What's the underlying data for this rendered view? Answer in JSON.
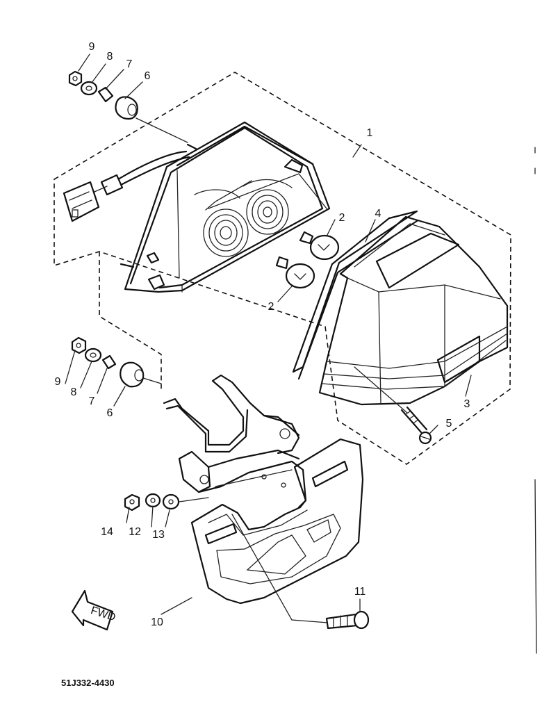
{
  "diagram": {
    "part_code": "51J332-4430",
    "fwd_label": "FWD",
    "callouts": {
      "c1": "1",
      "c2a": "2",
      "c2b": "2",
      "c3": "3",
      "c4": "4",
      "c5": "5",
      "c6a": "6",
      "c7a": "7",
      "c8a": "8",
      "c9a": "9",
      "c6b": "6",
      "c7b": "7",
      "c8b": "8",
      "c9b": "9",
      "c10": "10",
      "c11": "11",
      "c12": "12",
      "c13": "13",
      "c14": "14"
    }
  }
}
